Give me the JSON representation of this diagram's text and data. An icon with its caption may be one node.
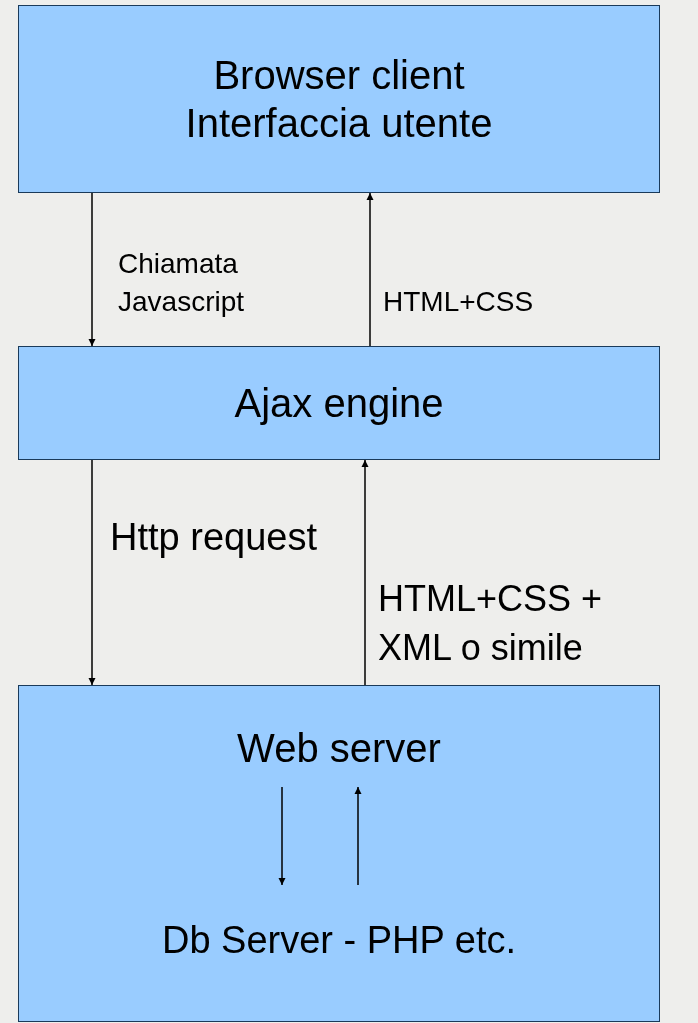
{
  "diagram": {
    "nodes": [
      {
        "text": [
          "Browser client Interfaccia utente"
        ]
      },
      {
        "text": [
          "Ajax engine"
        ]
      },
      {
        "text": [],
        "shape": "box"
      },
      {
        "text": [
          "Web server"
        ],
        "in": 2
      },
      {
        "text": [
          "Db Server - PHP etc."
        ],
        "in": 2
      }
    ],
    "edges": [
      {
        "from": 0,
        "to": 1,
        "arrow": "to",
        "label": "Chiamata Javascript"
      },
      {
        "from": 1,
        "to": 0,
        "arrow": "to",
        "label": "HTML+CSS"
      },
      {
        "from": 1,
        "to": 2,
        "arrow": "to",
        "label": "Http request"
      },
      {
        "from": 2,
        "to": 1,
        "arrow": "to",
        "label": "HTML+CSS + XML o simile"
      },
      {
        "from": 3,
        "to": 4,
        "arrow": "to"
      },
      {
        "from": 4,
        "to": 3,
        "arrow": "to"
      }
    ]
  }
}
